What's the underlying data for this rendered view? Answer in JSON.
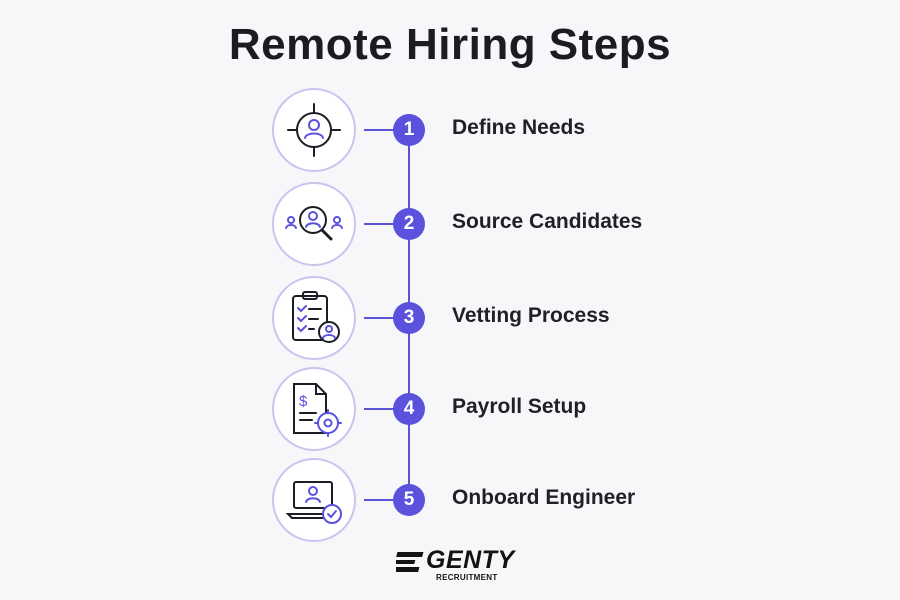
{
  "title": "Remote Hiring Steps",
  "accent_color": "#5a52dc",
  "steps": [
    {
      "number": "1",
      "label": "Define Needs",
      "icon": "target-person-icon"
    },
    {
      "number": "2",
      "label": "Source Candidates",
      "icon": "search-candidates-icon"
    },
    {
      "number": "3",
      "label": "Vetting Process",
      "icon": "clipboard-checklist-icon"
    },
    {
      "number": "4",
      "label": "Payroll Setup",
      "icon": "payroll-document-gear-icon"
    },
    {
      "number": "5",
      "label": "Onboard Engineer",
      "icon": "laptop-check-icon"
    }
  ],
  "logo": {
    "name": "GENTY",
    "sub": "RECRUITMENT"
  }
}
